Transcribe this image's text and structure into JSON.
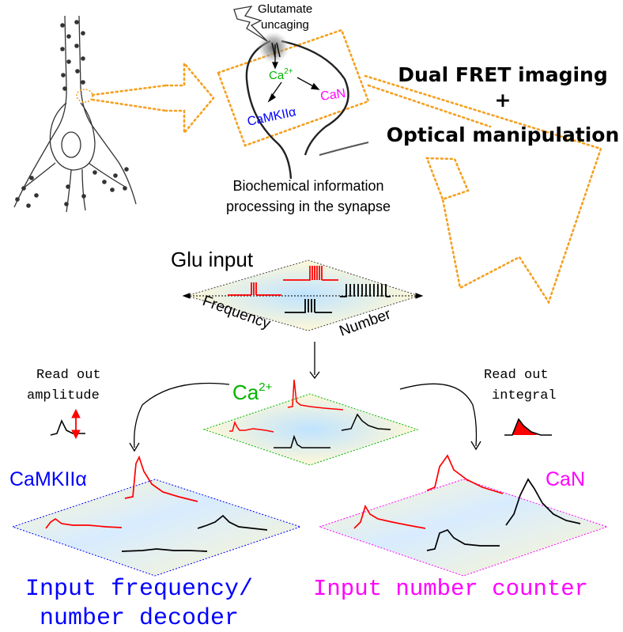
{
  "top": {
    "uncaging_line1": "Glutamate",
    "uncaging_line2": "uncaging",
    "ca": "Ca",
    "ca_sup": "2+",
    "camkii": "CaMKIIα",
    "can": "CaN",
    "biochem_line1": "Biochemical information",
    "biochem_line2": "processing in the synapse",
    "dual_fret": "Dual FRET imaging",
    "plus": "+",
    "optical": "Optical manipulation"
  },
  "middle": {
    "glu_input": "Glu input",
    "frequency": "Frequency",
    "number": "Number",
    "ca": "Ca",
    "ca_sup": "2+",
    "readout_amp_line1": "Read out",
    "readout_amp_line2": "amplitude",
    "readout_int_line1": "Read out",
    "readout_int_line2": "integral"
  },
  "bottom": {
    "camkii": "CaMKIIα",
    "can": "CaN",
    "decoder_line1": "Input frequency/",
    "decoder_line2": "number decoder",
    "counter": "Input number counter"
  },
  "colors": {
    "red": "#ff0000",
    "green": "#00b400",
    "blue": "#0000ff",
    "magenta": "#ff00ff",
    "orange": "#f5a020",
    "black": "#000000"
  }
}
